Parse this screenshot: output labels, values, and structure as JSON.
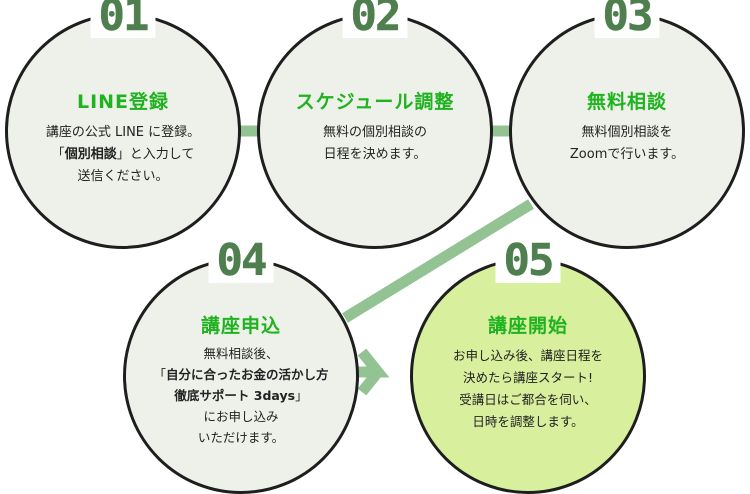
{
  "steps": [
    {
      "number": "01",
      "title": "LINE登録",
      "lines": [
        [
          {
            "t": "講座の公式 LINE に登録。"
          }
        ],
        [
          {
            "t": "「"
          },
          {
            "t": "個別相談",
            "b": true
          },
          {
            "t": "」と入力して"
          }
        ],
        [
          {
            "t": "送信ください。"
          }
        ]
      ]
    },
    {
      "number": "02",
      "title": "スケジュール調整",
      "lines": [
        [
          {
            "t": "無料の個別相談の"
          }
        ],
        [
          {
            "t": "日程を決めます。"
          }
        ]
      ]
    },
    {
      "number": "03",
      "title": "無料相談",
      "lines": [
        [
          {
            "t": "無料個別相談を"
          }
        ],
        [
          {
            "t": "Zoomで行います。"
          }
        ]
      ]
    },
    {
      "number": "04",
      "title": "講座申込",
      "lines": [
        [
          {
            "t": "無料相談後、"
          }
        ],
        [
          {
            "t": "「"
          },
          {
            "t": "自分に合ったお金の活かし方",
            "b": true
          }
        ],
        [
          {
            "t": "徹底サポート 3days",
            "b": true
          },
          {
            "t": "」"
          }
        ],
        [
          {
            "t": "にお申し込み"
          }
        ],
        [
          {
            "t": "いただけます。"
          }
        ]
      ]
    },
    {
      "number": "05",
      "title": "講座開始",
      "lines": [
        [
          {
            "t": "お申し込み後、講座日程を"
          }
        ],
        [
          {
            "t": "決めたら講座スタート!"
          }
        ],
        [
          {
            "t": "受講日はご都合を伺い、"
          }
        ],
        [
          {
            "t": "日時を調整します。"
          }
        ]
      ]
    }
  ],
  "colors": {
    "accent_green": "#1fb31f",
    "number_green": "#4f7f4f",
    "connector": "#93c393",
    "circle_fill": "#eef1ea",
    "final_fill": "#d8ef9e"
  }
}
